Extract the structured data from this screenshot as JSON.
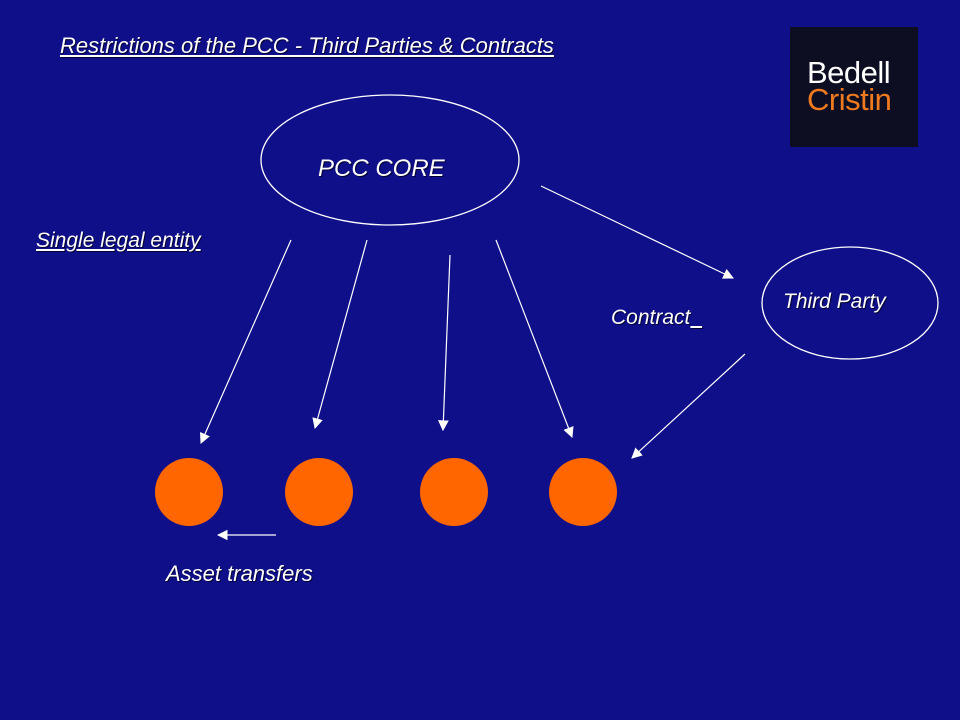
{
  "title": "Restrictions of the PCC - Third Parties &  Contracts",
  "logo": {
    "line1": "Bedell",
    "line2": "Cristin",
    "line1_color": "#ffffff",
    "line2_color": "#f07a1e"
  },
  "nodes": {
    "core": {
      "label": "PCC  CORE"
    },
    "third_party": {
      "label": "Third Party"
    },
    "cell_count": 4,
    "cell_color": "#ff6600"
  },
  "labels": {
    "single_entity": "Single legal entity ",
    "contract": "Contract",
    "asset_transfers": "Asset transfers"
  },
  "colors": {
    "background": "#0f0f8a",
    "line": "#ffffff"
  }
}
